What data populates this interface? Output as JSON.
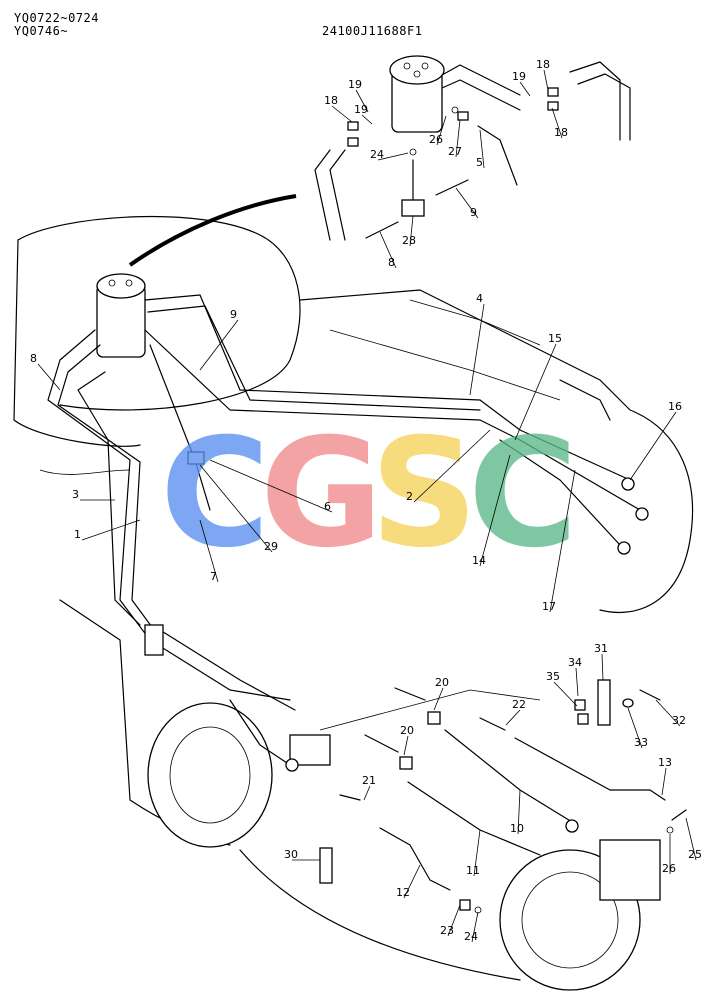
{
  "header": {
    "serial_line_1": "YQ0722~0724",
    "serial_line_2": "YQ0746~",
    "drawing_number": "24100J11688F1"
  },
  "watermark": {
    "letters": [
      {
        "char": "C",
        "color": "#5b8ff0"
      },
      {
        "char": "G",
        "color": "#f08a8a"
      },
      {
        "char": "S",
        "color": "#f5d35a"
      },
      {
        "char": "C",
        "color": "#5cb888"
      }
    ]
  },
  "callouts": [
    {
      "id": "c18a",
      "label": "18"
    },
    {
      "id": "c19a",
      "label": "19"
    },
    {
      "id": "c19b",
      "label": "19"
    },
    {
      "id": "c18b",
      "label": "18"
    },
    {
      "id": "c18c",
      "label": "18"
    },
    {
      "id": "c19c",
      "label": "19"
    },
    {
      "id": "c26a",
      "label": "26"
    },
    {
      "id": "c27",
      "label": "27"
    },
    {
      "id": "c5",
      "label": "5"
    },
    {
      "id": "c24a",
      "label": "24"
    },
    {
      "id": "c9a",
      "label": "9"
    },
    {
      "id": "c28",
      "label": "28"
    },
    {
      "id": "c8a",
      "label": "8"
    },
    {
      "id": "c9b",
      "label": "9"
    },
    {
      "id": "c4",
      "label": "4"
    },
    {
      "id": "c15",
      "label": "15"
    },
    {
      "id": "c8b",
      "label": "8"
    },
    {
      "id": "c16",
      "label": "16"
    },
    {
      "id": "c3",
      "label": "3"
    },
    {
      "id": "c6",
      "label": "6"
    },
    {
      "id": "c2",
      "label": "2"
    },
    {
      "id": "c1",
      "label": "1"
    },
    {
      "id": "c29",
      "label": "29"
    },
    {
      "id": "c14",
      "label": "14"
    },
    {
      "id": "c7",
      "label": "7"
    },
    {
      "id": "c17",
      "label": "17"
    },
    {
      "id": "c31",
      "label": "31"
    },
    {
      "id": "c34",
      "label": "34"
    },
    {
      "id": "c35",
      "label": "35"
    },
    {
      "id": "c20a",
      "label": "20"
    },
    {
      "id": "c32",
      "label": "32"
    },
    {
      "id": "c22",
      "label": "22"
    },
    {
      "id": "c33",
      "label": "33"
    },
    {
      "id": "c20b",
      "label": "20"
    },
    {
      "id": "c13",
      "label": "13"
    },
    {
      "id": "c21",
      "label": "21"
    },
    {
      "id": "c10",
      "label": "10"
    },
    {
      "id": "c26b",
      "label": "26"
    },
    {
      "id": "c25",
      "label": "25"
    },
    {
      "id": "c30",
      "label": "30"
    },
    {
      "id": "c11",
      "label": "11"
    },
    {
      "id": "c12",
      "label": "12"
    },
    {
      "id": "c23",
      "label": "23"
    },
    {
      "id": "c24b",
      "label": "24"
    }
  ]
}
